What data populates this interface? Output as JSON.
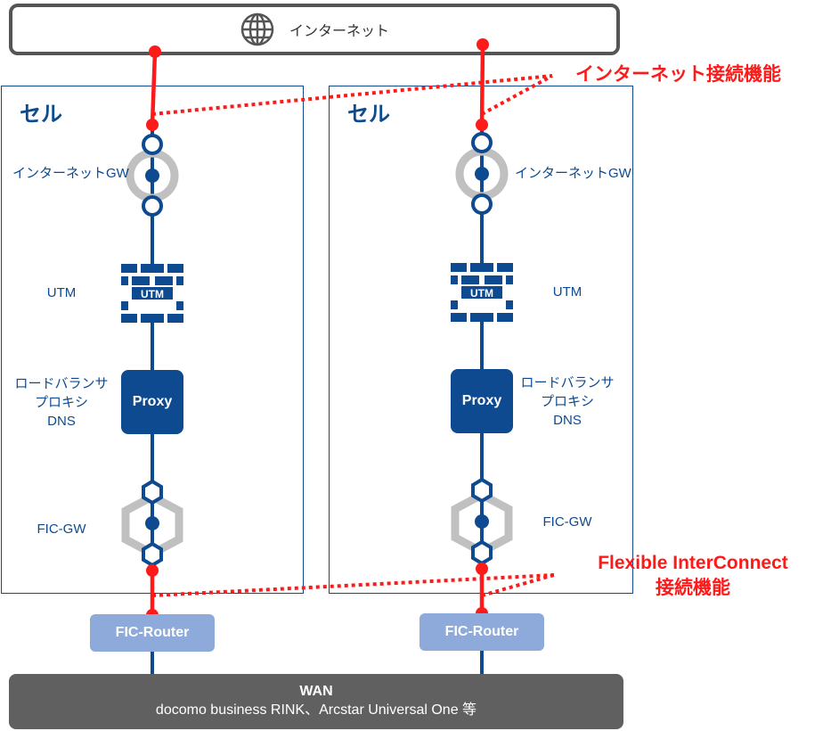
{
  "internet": {
    "label": "インターネット",
    "icon": "globe-icon"
  },
  "cells": [
    {
      "title": "セル",
      "internet_gw_label": "インターネットGW",
      "utm_label": "UTM",
      "utm_icon_text": "UTM",
      "proxy_text": "Proxy",
      "lb_label": [
        "ロードバランサ",
        "プロキシ",
        "DNS"
      ],
      "fic_gw_label": "FIC-GW",
      "fic_router": "FIC-Router"
    },
    {
      "title": "セル",
      "internet_gw_label": "インターネットGW",
      "utm_label": "UTM",
      "utm_icon_text": "UTM",
      "proxy_text": "Proxy",
      "lb_label": [
        "ロードバランサ",
        "プロキシ",
        "DNS"
      ],
      "fic_gw_label": "FIC-GW",
      "fic_router": "FIC-Router"
    }
  ],
  "callouts": {
    "internet_connect": "インターネット接続機能",
    "fic_connect_line1": "Flexible InterConnect",
    "fic_connect_line2": "接続機能"
  },
  "wan": {
    "title": "WAN",
    "subtitle": "docomo business RINK、Arcstar Universal One 等"
  },
  "colors": {
    "navy": "#0d4a8f",
    "red": "#ff1a1a",
    "gray_ring": "#c0c0c0",
    "fic_router": "#8eaadb",
    "wan": "#606060"
  }
}
